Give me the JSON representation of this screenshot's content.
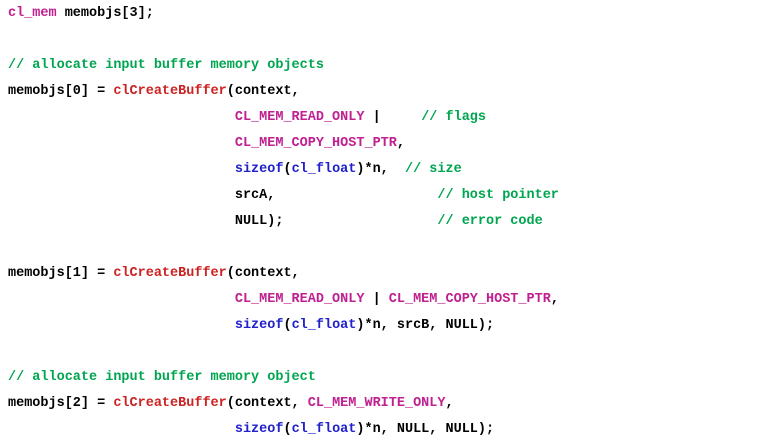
{
  "colors": {
    "background": "#FFFFFF",
    "plain": "#000000",
    "constant": "#C02090",
    "function": "#CC2222",
    "comment": "#00A550",
    "keyword": "#2020CC"
  },
  "code": {
    "language": "c",
    "lines": [
      {
        "tokens": [
          {
            "t": "cl_mem",
            "c": "const"
          },
          {
            "t": " memobjs[3];",
            "c": "plain"
          }
        ]
      },
      {
        "tokens": []
      },
      {
        "tokens": [
          {
            "t": "// allocate input buffer memory objects",
            "c": "comment"
          }
        ]
      },
      {
        "tokens": [
          {
            "t": "memobjs[0] = ",
            "c": "plain"
          },
          {
            "t": "clCreateBuffer",
            "c": "func"
          },
          {
            "t": "(context,",
            "c": "plain"
          }
        ]
      },
      {
        "tokens": [
          {
            "t": "                            ",
            "c": "plain"
          },
          {
            "t": "CL_MEM_READ_ONLY",
            "c": "const"
          },
          {
            "t": " |     ",
            "c": "plain"
          },
          {
            "t": "// flags",
            "c": "comment"
          }
        ]
      },
      {
        "tokens": [
          {
            "t": "                            ",
            "c": "plain"
          },
          {
            "t": "CL_MEM_COPY_HOST_PTR",
            "c": "const"
          },
          {
            "t": ",",
            "c": "plain"
          }
        ]
      },
      {
        "tokens": [
          {
            "t": "                            ",
            "c": "plain"
          },
          {
            "t": "sizeof",
            "c": "kw"
          },
          {
            "t": "(",
            "c": "plain"
          },
          {
            "t": "cl_float",
            "c": "kw"
          },
          {
            "t": ")*n,  ",
            "c": "plain"
          },
          {
            "t": "// size",
            "c": "comment"
          }
        ]
      },
      {
        "tokens": [
          {
            "t": "                            ",
            "c": "plain"
          },
          {
            "t": "srcA,                    ",
            "c": "plain"
          },
          {
            "t": "// host pointer",
            "c": "comment"
          }
        ]
      },
      {
        "tokens": [
          {
            "t": "                            ",
            "c": "plain"
          },
          {
            "t": "NULL);                   ",
            "c": "plain"
          },
          {
            "t": "// error code",
            "c": "comment"
          }
        ]
      },
      {
        "tokens": []
      },
      {
        "tokens": [
          {
            "t": "memobjs[1] = ",
            "c": "plain"
          },
          {
            "t": "clCreateBuffer",
            "c": "func"
          },
          {
            "t": "(context,",
            "c": "plain"
          }
        ]
      },
      {
        "tokens": [
          {
            "t": "                            ",
            "c": "plain"
          },
          {
            "t": "CL_MEM_READ_ONLY",
            "c": "const"
          },
          {
            "t": " | ",
            "c": "plain"
          },
          {
            "t": "CL_MEM_COPY_HOST_PTR",
            "c": "const"
          },
          {
            "t": ",",
            "c": "plain"
          }
        ]
      },
      {
        "tokens": [
          {
            "t": "                            ",
            "c": "plain"
          },
          {
            "t": "sizeof",
            "c": "kw"
          },
          {
            "t": "(",
            "c": "plain"
          },
          {
            "t": "cl_float",
            "c": "kw"
          },
          {
            "t": ")*n, srcB, NULL);",
            "c": "plain"
          }
        ]
      },
      {
        "tokens": []
      },
      {
        "tokens": [
          {
            "t": "// allocate input buffer memory object",
            "c": "comment"
          }
        ]
      },
      {
        "tokens": [
          {
            "t": "memobjs[2] = ",
            "c": "plain"
          },
          {
            "t": "clCreateBuffer",
            "c": "func"
          },
          {
            "t": "(context, ",
            "c": "plain"
          },
          {
            "t": "CL_MEM_WRITE_ONLY",
            "c": "const"
          },
          {
            "t": ",",
            "c": "plain"
          }
        ]
      },
      {
        "tokens": [
          {
            "t": "                            ",
            "c": "plain"
          },
          {
            "t": "sizeof",
            "c": "kw"
          },
          {
            "t": "(",
            "c": "plain"
          },
          {
            "t": "cl_float",
            "c": "kw"
          },
          {
            "t": ")*n, NULL, NULL);",
            "c": "plain"
          }
        ]
      }
    ]
  }
}
